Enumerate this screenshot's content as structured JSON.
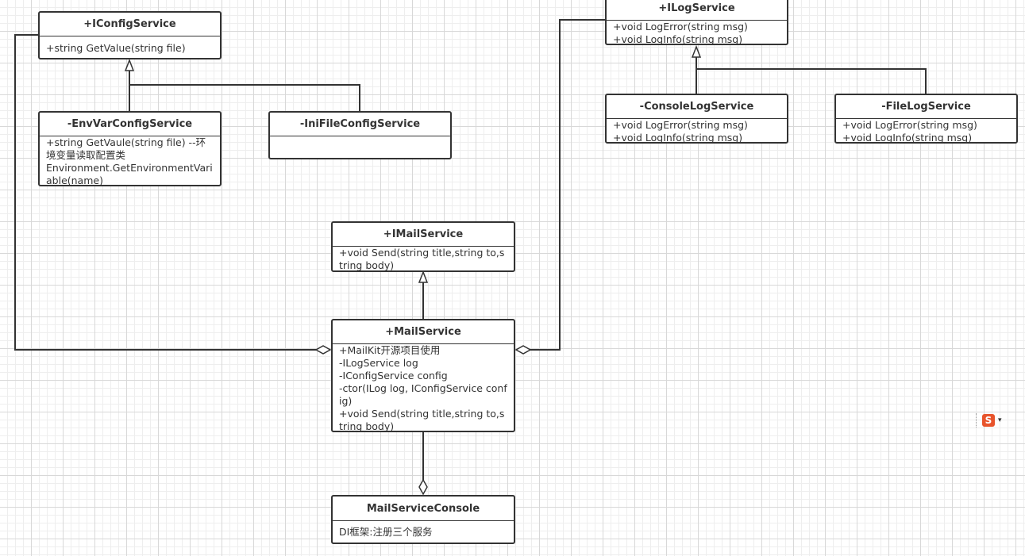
{
  "diagram": {
    "classes": {
      "iconfigservice": {
        "name": "+IConfigService",
        "members": "+string GetValue(string file)"
      },
      "envvarconfigservice": {
        "name": "-EnvVarConfigService",
        "members": "+string GetVaule(string file) --环境变量读取配置类\nEnvironment.GetEnvironmentVariable(name)"
      },
      "inifileconfigservice": {
        "name": "-IniFileConfigService",
        "members": ""
      },
      "ilogservice": {
        "name": "+ILogService",
        "members": "+void LogError(string msg)\n+void LogInfo(string msg)"
      },
      "consolelogservice": {
        "name": "-ConsoleLogService",
        "members": "+void LogError(string msg)\n+void LogInfo(string msg)"
      },
      "filelogservice": {
        "name": "-FileLogService",
        "members": "+void LogError(string msg)\n+void LogInfo(string msg)"
      },
      "imailservice": {
        "name": "+IMailService",
        "members": "+void Send(string title,string to,string body)"
      },
      "mailservice": {
        "name": "+MailService",
        "members": "+MailKit开源项目使用\n-ILogService log\n-IConfigService config\n-ctor(ILog log, IConfigService config)\n+void Send(string title,string to,string body)"
      },
      "mailserviceconsole": {
        "name": "MailServiceConsole",
        "members": "DI框架:注册三个服务"
      }
    }
  },
  "colors": {
    "line": "#333333",
    "grid": "#d8d8d8",
    "box_fill": "#ffffff",
    "ime_logo": "#e8542c"
  },
  "icons": {
    "ime_indicator": "sogou-ime-icon"
  }
}
